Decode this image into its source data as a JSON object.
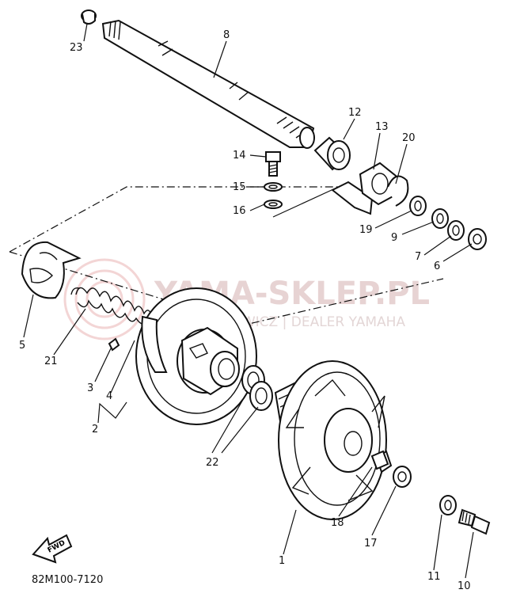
{
  "watermark": {
    "brand": "YAMA-SKLEP.PL",
    "dealer": "WOJCIECHOWICZ | DEALER YAMAHA"
  },
  "fwd_label": "FWD",
  "drawing_code": "82M100-7120",
  "callouts": {
    "c1": "1",
    "c2": "2",
    "c3": "3",
    "c4": "4",
    "c5": "5",
    "c6": "6",
    "c7": "7",
    "c8": "8",
    "c9": "9",
    "c10": "10",
    "c11": "11",
    "c12": "12",
    "c13": "13",
    "c14": "14",
    "c15": "15",
    "c16": "16",
    "c17": "17",
    "c18": "18",
    "c19": "19",
    "c20": "20",
    "c21": "21",
    "c22": "22",
    "c23": "23"
  }
}
